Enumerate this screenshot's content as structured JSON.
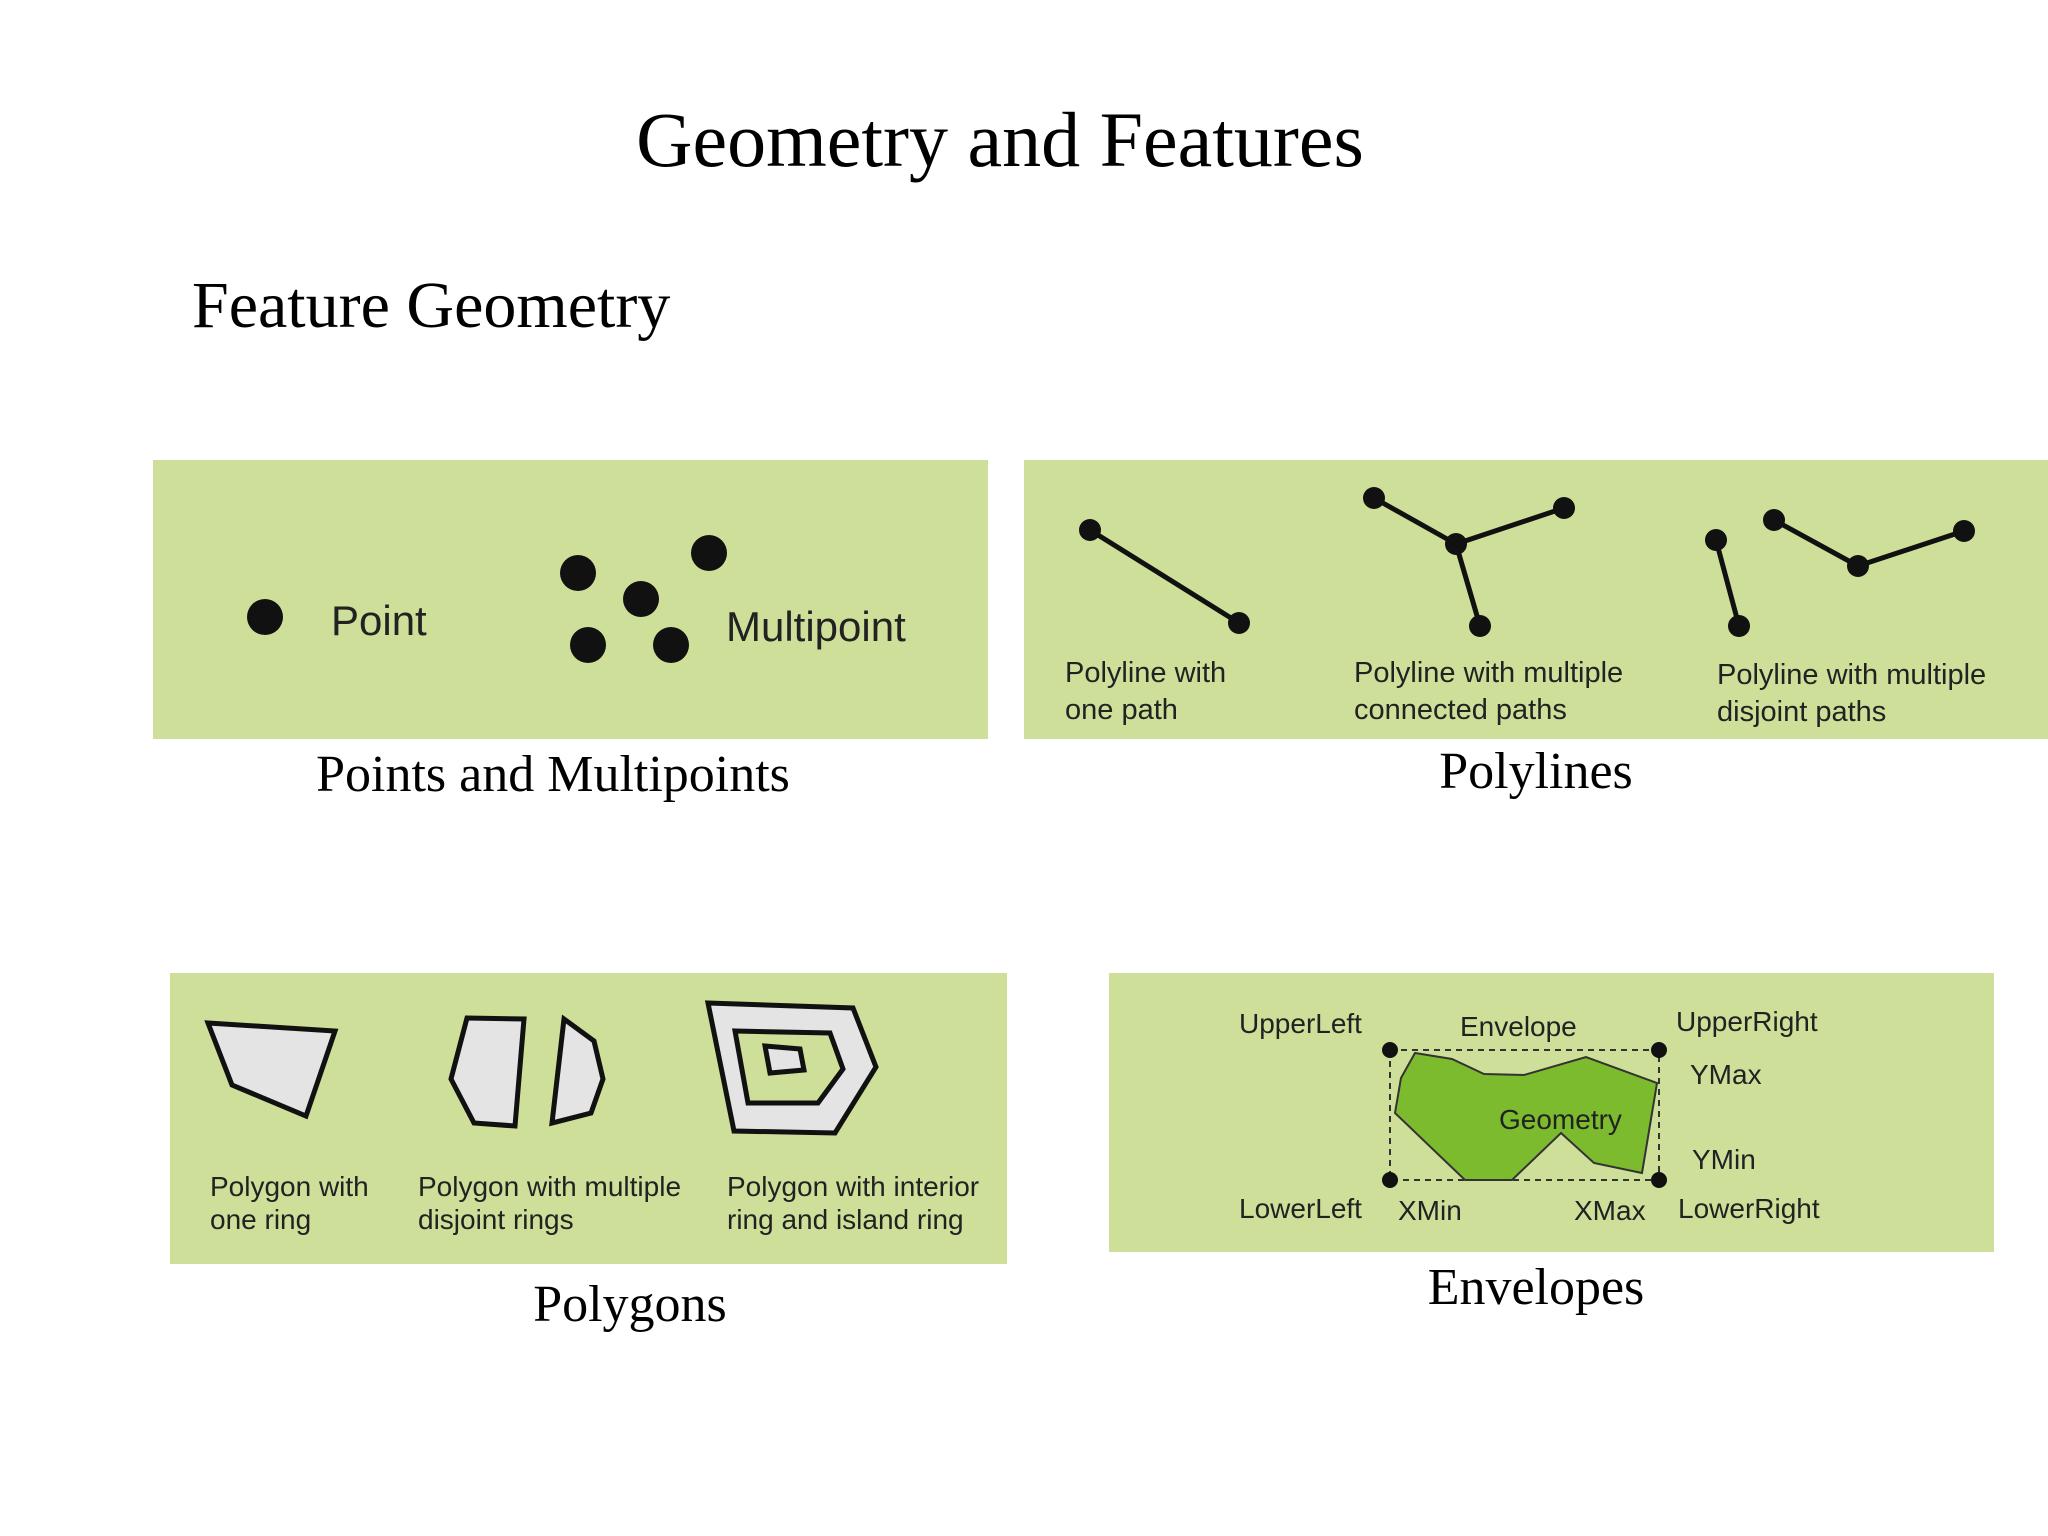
{
  "title": "Geometry and Features",
  "section": "Feature Geometry",
  "colors": {
    "panel_bg": "#cddf98",
    "polygon_fill": "#e4e4e4",
    "geometry_fill": "#7dbb2e"
  },
  "panels": {
    "points": {
      "caption": "Points and Multipoints",
      "point_label": "Point",
      "multipoint_label": "Multipoint"
    },
    "polylines": {
      "caption": "Polylines",
      "one_path": [
        "Polyline with",
        "one path"
      ],
      "connected": [
        "Polyline with multiple",
        "connected paths"
      ],
      "disjoint": [
        "Polyline with multiple",
        "disjoint paths"
      ]
    },
    "polygons": {
      "caption": "Polygons",
      "one_ring": [
        "Polygon with",
        "one ring"
      ],
      "disjoint_rings": [
        "Polygon with multiple",
        "disjoint rings"
      ],
      "interior_ring": [
        "Polygon with interior",
        "ring and island ring"
      ]
    },
    "envelopes": {
      "caption": "Envelopes",
      "upper_left": "UpperLeft",
      "envelope": "Envelope",
      "upper_right": "UpperRight",
      "ymax": "YMax",
      "geometry": "Geometry",
      "ymin": "YMin",
      "lower_left": "LowerLeft",
      "xmin": "XMin",
      "xmax": "XMax",
      "lower_right": "LowerRight"
    }
  }
}
